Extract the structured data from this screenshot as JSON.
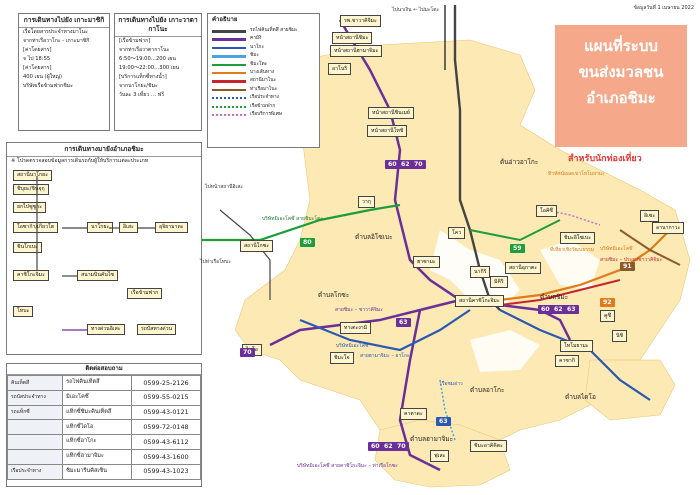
{
  "header": {
    "date_note": "ข้อมูลวันที่ 1 เมษายน 2022",
    "direction_note": "ไปนาเงิน ← ไปมะโตะ",
    "title_line1": "แผนที่ระบบ",
    "title_line2": "ขนส่งมวลชน",
    "title_line3": "อำเภอชิมะ",
    "subtitle": "สำหรับนักท่องเที่ยว"
  },
  "colors": {
    "background": "#ffffff",
    "land": "#fde9b3",
    "sea": "#ffffff",
    "railway": "#444444",
    "purple_route": "#6b2f99",
    "green_route": "#1d9e3a",
    "blue_route": "#2b58b3",
    "light_blue_route": "#4aa3df",
    "orange_route": "#e07a1a",
    "red_route": "#c3262e",
    "title_box": "#f5a98a",
    "subtitle": "#e83a3a"
  },
  "info_panels": {
    "panel1": {
      "title": "การเดินทางไปยัง เกาะมาชิกิ",
      "rows": [
        "เรือโดยสารประจำทางมาโนะ",
        "จากท่าเรือวาโกะ - เกาะมาชิกิ",
        "[ค่าโดยสาร]",
        "จ  ไป 18:55",
        "[ค่าโดยสาร]",
        "400 เยน (ผู้ใหญ่)",
        "บริษัทเรือข้ามฟากชิมะ"
      ]
    },
    "panel2": {
      "title": "การเดินทางไปยัง เกาะวาตากาโนะ",
      "rows": [
        "[เรือข้ามฟาก]",
        "จากท่าเรือวาตากาโนะ",
        "6:50〜19:00…200 เยน",
        "19:00〜22:00…300 เยน",
        "[บริการแท็กซี่ทางน้ำ]",
        "จากนาโกยะ/ชิมะ",
        "วันละ 3 เที่ยว … ฟรี"
      ]
    },
    "panel3": {
      "title": "การเดินทางมายังอำเภอชิมะ",
      "rows": [
        "※ โปรดตรวจสอบข้อมูลการเดินรถกับผู้ให้บริการแต่ละประเภท",
        "สถานีนาโกยะ",
        "ชิบุยะ/ชินจุกุ",
        "ยกไปซูซูกะ",
        "โอซาก้า/เกียวโต",
        "ชินโกเบะ",
        "นาโกยะ",
        "อิเสะ",
        "อุจิยามาดะ",
        "คาชิโกะจิมะ",
        "สนามบินคันไซ",
        "เรือข้ามฟาก",
        "โทบะ",
        "ทางด่วนอิเสะ",
        "รถบัสทางด่วน"
      ]
    }
  },
  "legend": {
    "title": "คำอธิบาย",
    "items": [
      {
        "label": "รถไฟคินเท็ตสึ สายชิมะ",
        "style": "rail"
      },
      {
        "label": "คามิงิ",
        "style": "solid",
        "color": "#6b2f99"
      },
      {
        "label": "นาโกะ",
        "style": "solid",
        "color": "#2b58b3"
      },
      {
        "label": "ชิมะ",
        "style": "solid",
        "color": "#4aa3df"
      },
      {
        "label": "ชิมะโตะ",
        "style": "solid",
        "color": "#1d9e3a"
      },
      {
        "label": "บางเส้นทาง",
        "style": "solid",
        "color": "#e07a1a"
      },
      {
        "label": "สถานีมาโนะ",
        "style": "solid",
        "color": "#c3262e"
      },
      {
        "label": "ท่าเรือมาโนะ",
        "style": "solid",
        "color": "#8b5a2b"
      },
      {
        "label": "เรือประจำทาง",
        "style": "dots",
        "color": "#2b58b3"
      },
      {
        "label": "เรือข้ามฟาก",
        "style": "dots",
        "color": "#1d9e3a"
      },
      {
        "label": "เรือบริการพิเศษ",
        "style": "dots",
        "color": "#d06ad0"
      }
    ]
  },
  "contacts": {
    "title": "ติดต่อสอบถาม",
    "rows": [
      {
        "category": "คินเท็ตสึ",
        "name": "รถไฟคินเท็ตสึ",
        "phone": "0599-25-2126"
      },
      {
        "category": "รถบัสประจำทาง",
        "name": "มิเอะโคซึ",
        "phone": "0599-55-0215"
      },
      {
        "category": "รถแท็กซี่",
        "name": "แท็กซี่ชิมะคินเท็ตสึ",
        "phone": "0599-43-0121"
      },
      {
        "category": "",
        "name": "แท็กซี่ไดโอ",
        "phone": "0599-72-0148"
      },
      {
        "category": "",
        "name": "แท็กซี่อาโกะ",
        "phone": "0599-43-6112"
      },
      {
        "category": "",
        "name": "แท็กซี่ฮามาจิมะ",
        "phone": "0599-43-1600"
      },
      {
        "category": "เรือประจำทาง",
        "name": "ชิมะมารีนคิสเซ็น",
        "phone": "0599-43-1023"
      }
    ]
  },
  "stations": {
    "ugata": "รพ.ชาวาคิจิมะ",
    "kashikojima": "สถานีคาชิโกะจิมะ",
    "shima_isobe": "หน้าสถานีชิมะ",
    "anori": "อาโนริ",
    "goza": "สถานีโกซะ",
    "wagu": "วากุ",
    "hamajima": "หน้าสถานีฮามาจิมะ",
    "ugata2": "สถานีอุกาตะ",
    "shinmei": "หน้าสถานีชินเมย์",
    "tategami": "ทาเตะงามิ",
    "toshi": "หน้าสถานีโทชิ",
    "kou": "โคว",
    "hazama": "ฮาซามะ",
    "nakiri": "นากิริ",
    "mikiri": "มิคิริ",
    "shimacho": "ชิมะโจ",
    "daio": "ไดโอ",
    "okitsu": "โอคิซึ",
    "shimaisobe": "ชิมะอิโซเบะ",
    "ise": "อิเซะ",
    "anagawa": "อานากาวะ",
    "kutsu": "คูซึ",
    "nishi": "นิชิ",
    "kasaki": "คาซากิ",
    "tomoyama": "โทโมยามะ",
    "katada": "คาตาดะ",
    "fuse": "ฟุเสะ",
    "shimaakikita": "ชิมะอาคิคิตะ"
  },
  "area_labels": {
    "ago_bay": "ต้นอ่าวอาโกะ",
    "goza_area": "ตำบลโกซะ",
    "shima_area": "ตำบลชิมะ",
    "hamajima_area": "ตำบลฮามาจิมะ",
    "daio_area": "ตำบลไดโอ",
    "isobe_area": "ตำบลอิโซเบะ",
    "ago_area": "ตำบลอาโกะ"
  },
  "route_labels": {
    "green_left": "บริษัทมิเอะโคซึ สายชิมะโตะ",
    "purple_south": "สายชิมะ – ชาวาคิจิมะ",
    "blue_mid": "บริษัทมิเอะโคซึ",
    "blue_south": "สายฮามาจิมะ – อาโกะ",
    "orange_right": "บริษัทมิเอะโคซึ",
    "red_right": "สายชิมะ – ประมงชาวาคิจิมะ",
    "purple_bottom": "บริษัทมิเอะโคซึ สายคาชิโกะจิมะ – ท่าเรือโกซะ",
    "left_top": "ไปหน้าสถานีอิเสะ",
    "left_bottom": "ไปท่าเรือโทบะ"
  },
  "route_badges": {
    "b1": "60",
    "b2": "62",
    "b3": "70",
    "b4": "80",
    "b5": "59",
    "b6": "60",
    "b7": "62",
    "b8": "63",
    "b9": "91",
    "b10": "92",
    "b11": "63",
    "b12": "70",
    "b13": "60",
    "b14": "62",
    "b15": "70",
    "b16": "63"
  },
  "tourist_labels": {
    "pearl": "ทิวทัศน์ยอดเขาโทโมยามะ",
    "crafts": "ที่เที่ยวเชิงวัฒนธรรม",
    "boat": "เรือชมอ่าว"
  }
}
